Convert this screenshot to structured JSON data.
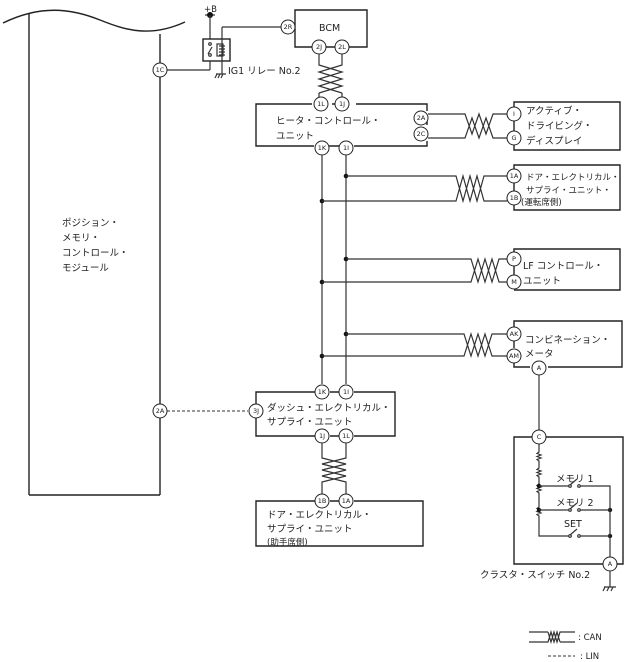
{
  "diagram": {
    "power_label": "+B",
    "components": {
      "position_memory": {
        "lines": [
          "ポジション・",
          "メモリ・",
          "コントロール・",
          "モジュール"
        ]
      },
      "bcm": {
        "label": "BCM"
      },
      "ig1_relay": {
        "label": "IG1 リレー No.2"
      },
      "heater_control": {
        "lines": [
          "ヒータ・コントロール・",
          "ユニット"
        ]
      },
      "active_display": {
        "lines": [
          "アクティブ・",
          "ドライビング・",
          "ディスプレイ"
        ]
      },
      "door_driver": {
        "lines": [
          "ドア・エレクトリカル・",
          "サプライ・ユニット・",
          "(運転席側)"
        ]
      },
      "lf_control": {
        "lines": [
          "LF コントロール・",
          "ユニット"
        ]
      },
      "combination_meter": {
        "lines": [
          "コンビネーション・",
          "メータ"
        ]
      },
      "dash_supply": {
        "lines": [
          "ダッシュ・エレクトリカル・",
          "サプライ・ユニット"
        ]
      },
      "door_passenger": {
        "lines": [
          "ドア・エレクトリカル・",
          "サプライ・ユニット",
          "(助手席側)"
        ]
      },
      "cluster_switch": {
        "label": "クラスタ・スイッチ No.2",
        "switches": [
          "メモリ 1",
          "メモリ 2",
          "SET"
        ]
      }
    },
    "pins": {
      "pm_1c": "1C",
      "pm_2a": "2A",
      "bcm_2r": "2R",
      "bcm_2j": "2J",
      "bcm_2l": "2L",
      "hc_1l": "1L",
      "hc_1j": "1J",
      "hc_2a": "2A",
      "hc_2c": "2C",
      "hc_1k": "1K",
      "hc_1i": "1I",
      "ad_i": "I",
      "ad_g": "G",
      "dd_1a": "1A",
      "dd_1b": "1B",
      "lf_p": "P",
      "lf_m": "M",
      "cm_ak": "AK",
      "cm_am": "AM",
      "cm_a": "A",
      "ds_1k": "1K",
      "ds_1i": "1I",
      "ds_3j": "3J",
      "ds_1j": "1J",
      "ds_1l": "1L",
      "dp_1b": "1B",
      "dp_1a": "1A",
      "cs_c": "C",
      "cs_a": "A"
    },
    "legend": {
      "can": ": CAN",
      "lin": ": LIN"
    }
  }
}
